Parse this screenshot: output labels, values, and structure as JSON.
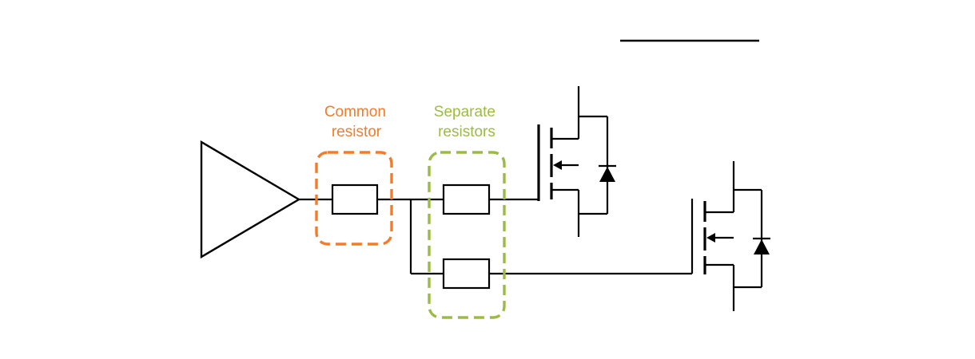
{
  "groups": {
    "common": {
      "line1": "Common",
      "line2": "resistor",
      "color": "#f27c2c"
    },
    "separate": {
      "line1": "Separate",
      "line2": "resistors",
      "color": "#9cbb45"
    }
  },
  "colors": {
    "wire": "#000000",
    "background": "#ffffff"
  }
}
